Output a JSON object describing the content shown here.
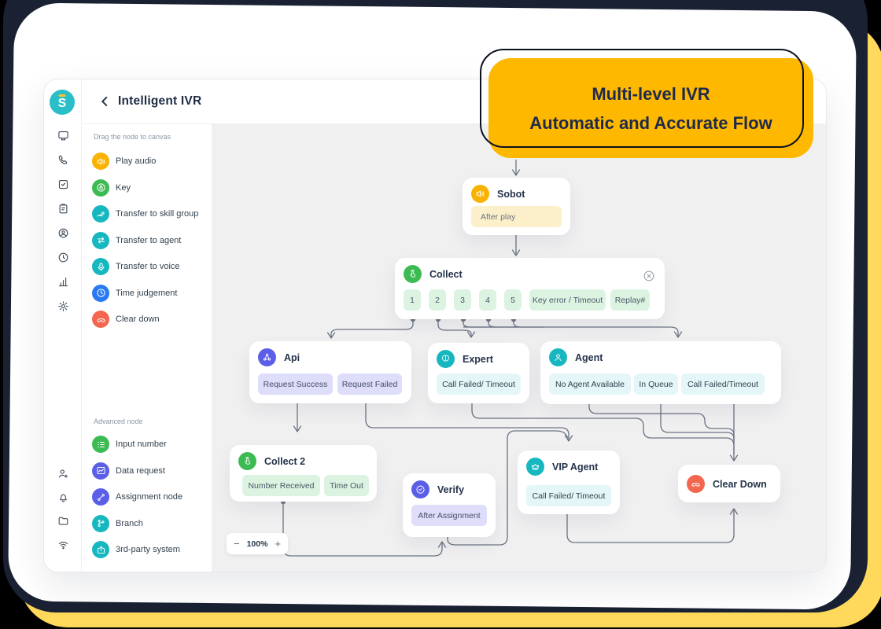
{
  "colors": {
    "frame_navy": "#1A2133",
    "backdrop_yellow": "#FFD95C",
    "banner_amber": "#FFB800",
    "canvas_gray": "#F0F0F1",
    "amber": "#F9B200",
    "green": "#3DBB53",
    "teal": "#17B7C0",
    "blue": "#2979F2",
    "indigo": "#5B5FE8",
    "coral": "#F4664E",
    "logo_teal": "#29BEC8",
    "wire_gray": "#6B7383"
  },
  "banner": {
    "line1": "Multi-level IVR",
    "line2": "Automatic and Accurate Flow"
  },
  "logo": {
    "letter": "S"
  },
  "header": {
    "title": "Intelligent IVR"
  },
  "palette": {
    "hint": "Drag the node to canvas",
    "advanced_label": "Advanced node",
    "basic_items": [
      {
        "label": "Play audio",
        "icon": "speaker-icon",
        "color": "#F9B200"
      },
      {
        "label": "Key",
        "icon": "lock-circle-icon",
        "color": "#3DBB53"
      },
      {
        "label": "Transfer to skill group",
        "icon": "hand-skill-icon",
        "color": "#17B7C0"
      },
      {
        "label": "Transfer to agent",
        "icon": "swap-arrows-icon",
        "color": "#17B7C0"
      },
      {
        "label": "Transfer to voice",
        "icon": "microphone-icon",
        "color": "#17B7C0"
      },
      {
        "label": "Time judgement",
        "icon": "clock-icon",
        "color": "#2979F2"
      },
      {
        "label": "Clear down",
        "icon": "hangup-icon",
        "color": "#F4664E"
      }
    ],
    "advanced_items": [
      {
        "label": "Input number",
        "icon": "numbered-list-icon",
        "color": "#3DBB53"
      },
      {
        "label": "Data request",
        "icon": "chart-line-icon",
        "color": "#5B5FE8"
      },
      {
        "label": "Assignment node",
        "icon": "connector-line-icon",
        "color": "#5B5FE8"
      },
      {
        "label": "Branch",
        "icon": "branch-icon",
        "color": "#17B7C0"
      },
      {
        "label": "3rd-party system",
        "icon": "share-box-icon",
        "color": "#17B7C0"
      }
    ]
  },
  "zoom": {
    "minus": "−",
    "level": "100%",
    "plus": "+"
  },
  "flow": {
    "nodes": [
      {
        "id": "sobot",
        "title": "Sobot",
        "icon": "speaker-icon",
        "color": "#F9B200",
        "pills": [
          {
            "text": "After play",
            "tone": "cream"
          }
        ]
      },
      {
        "id": "collect",
        "title": "Collect",
        "icon": "tap-icon",
        "color": "#3DBB53",
        "pills": [
          {
            "text": "1",
            "tone": "green"
          },
          {
            "text": "2",
            "tone": "green"
          },
          {
            "text": "3",
            "tone": "green"
          },
          {
            "text": "4",
            "tone": "green"
          },
          {
            "text": "5",
            "tone": "green"
          },
          {
            "text": "Key error / Timeout",
            "tone": "green"
          },
          {
            "text": "Replay#",
            "tone": "green"
          }
        ]
      },
      {
        "id": "api",
        "title": "Api",
        "icon": "api-icon",
        "color": "#5B5FE8",
        "pills": [
          {
            "text": "Request Success",
            "tone": "lavender"
          },
          {
            "text": "Request Failed",
            "tone": "lavender"
          }
        ]
      },
      {
        "id": "expert",
        "title": "Expert",
        "icon": "brain-icon",
        "color": "#17B7C0",
        "pills": [
          {
            "text": "Call Failed/ Timeout",
            "tone": "cyan"
          }
        ]
      },
      {
        "id": "agent",
        "title": "Agent",
        "icon": "person-icon",
        "color": "#17B7C0",
        "pills": [
          {
            "text": "No Agent Available",
            "tone": "cyan"
          },
          {
            "text": "In Queue",
            "tone": "cyan"
          },
          {
            "text": "Call Failed/Timeout",
            "tone": "cyan"
          }
        ]
      },
      {
        "id": "collect2",
        "title": "Collect 2",
        "icon": "tap-icon",
        "color": "#3DBB53",
        "pills": [
          {
            "text": "Number Received",
            "tone": "green"
          },
          {
            "text": "Time Out",
            "tone": "green"
          }
        ]
      },
      {
        "id": "verify",
        "title": "Verify",
        "icon": "badge-check-icon",
        "color": "#5B5FE8",
        "pills": [
          {
            "text": "After Assignment",
            "tone": "lavender"
          }
        ]
      },
      {
        "id": "vip",
        "title": "VIP Agent",
        "icon": "crown-icon",
        "color": "#17B7C0",
        "pills": [
          {
            "text": "Call Failed/ Timeout",
            "tone": "cyan"
          }
        ]
      },
      {
        "id": "cleardown",
        "title": "Clear Down",
        "icon": "hangup-icon",
        "color": "#F4664E",
        "pills": []
      }
    ]
  }
}
